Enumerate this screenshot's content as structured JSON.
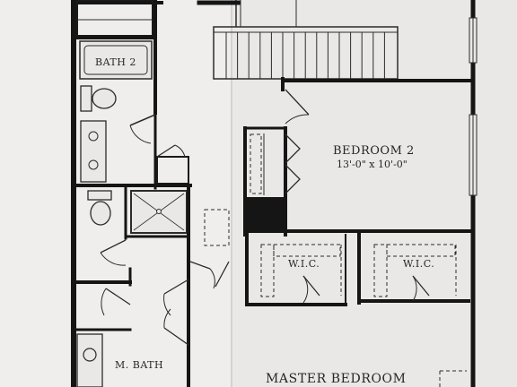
{
  "plan": {
    "rooms": {
      "bath2": "BATH 2",
      "bedroom2": "BEDROOM 2",
      "bedroom2_dims": "13'-0\" x 10'-0\"",
      "wic_left": "W.I.C.",
      "wic_right": "W.I.C.",
      "master_bath": "M. BATH",
      "master_bedroom": "MASTER BEDROOM"
    }
  }
}
